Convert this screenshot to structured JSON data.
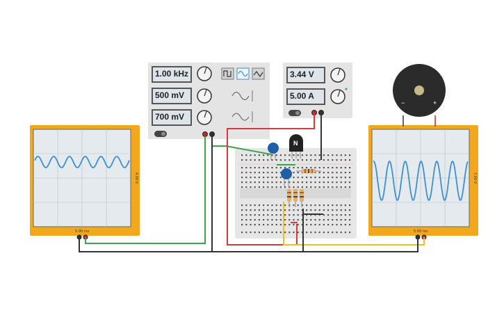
{
  "function_generator": {
    "frequency": "1.00 kHz",
    "amplitude": "500 mV",
    "offset": "700 mV",
    "waveforms": [
      "square",
      "sine",
      "triangle"
    ],
    "selected_waveform": "sine"
  },
  "power_supply": {
    "voltage": "3.44 V",
    "current": "5.00 A"
  },
  "oscilloscope_left": {
    "volts_per_div": "4.00 V",
    "time_per_div": "5.00 ms",
    "trace_color": "#3b8fd4"
  },
  "oscilloscope_right": {
    "volts_per_div": "7.00 V",
    "time_per_div": "5.00 ms",
    "trace_color": "#3b8fd4"
  },
  "transistor": {
    "label": "N"
  },
  "buzzer": {
    "minus": "−",
    "plus": "+"
  },
  "colors": {
    "scope_frame": "#f2a81d",
    "wire_red": "#d83a3a",
    "wire_black": "#333333",
    "wire_green": "#3aa64a",
    "wire_yellow": "#f0c020",
    "capacitor": "#1f5fa8"
  }
}
